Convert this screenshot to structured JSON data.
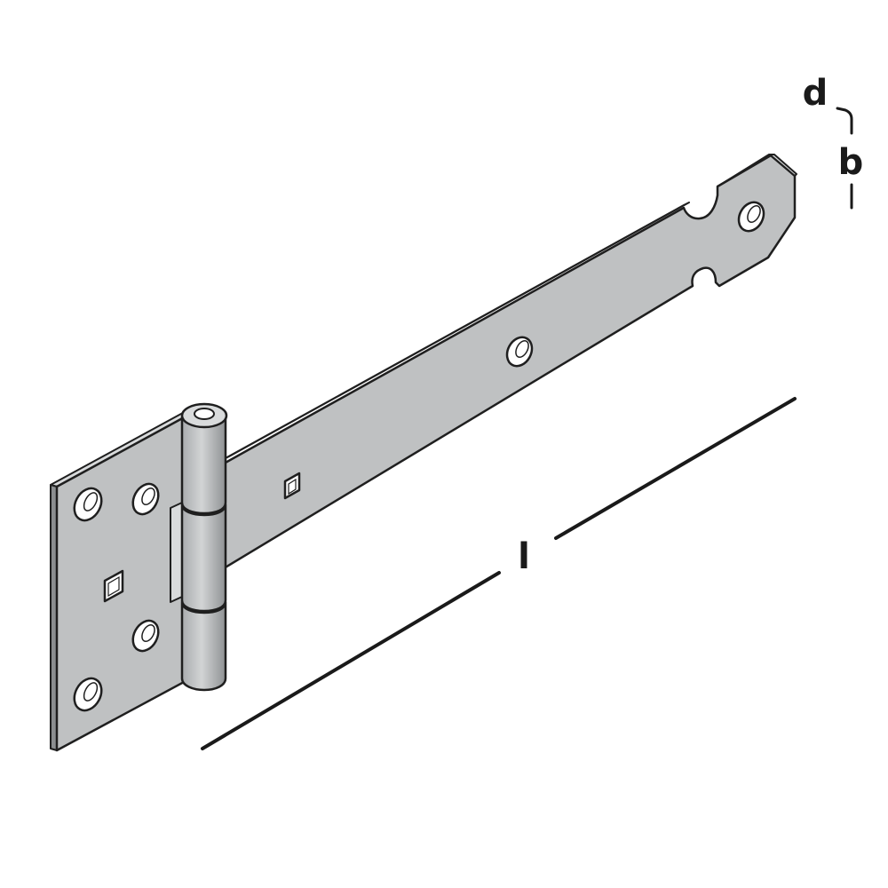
{
  "labels": {
    "depth": "d",
    "width": "b",
    "length": "l"
  },
  "colors": {
    "metal_face": "#bfc1c2",
    "metal_edge": "#9ea1a3",
    "metal_shadow": "#8b8e90",
    "outline": "#1f1f1f",
    "dimension": "#1a1a1a"
  }
}
